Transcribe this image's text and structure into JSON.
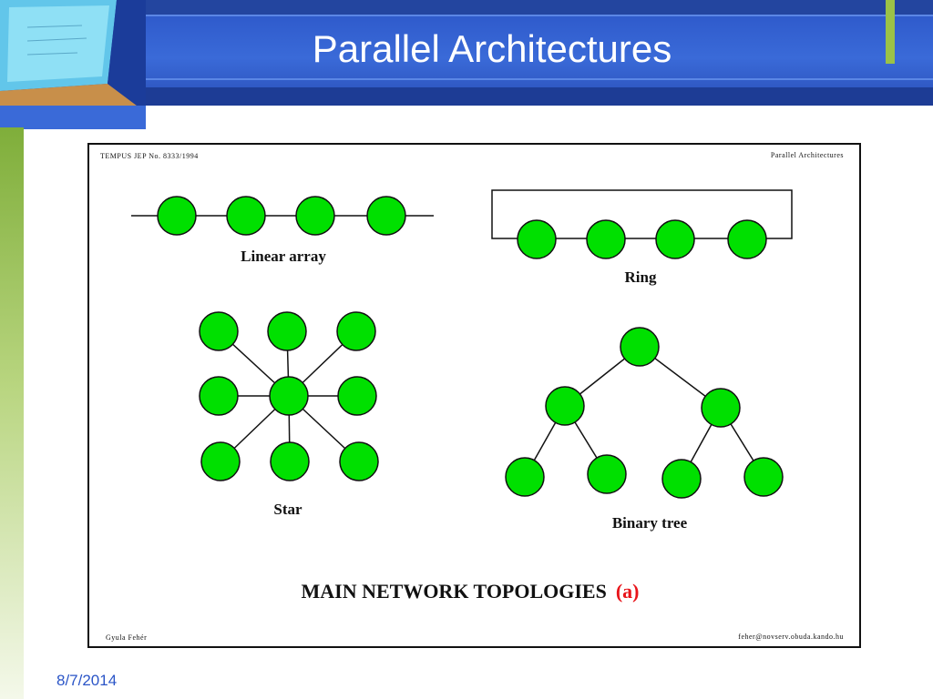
{
  "slide": {
    "title": "Parallel Architectures",
    "date": "8/7/2014"
  },
  "figure": {
    "header_left": "TEMPUS JEP  No. 8333/1994",
    "header_right": "Parallel Architectures",
    "footer_left": "Gyula Fehér",
    "footer_right": "feher@novserv.obuda.kando.hu",
    "caption_main": "MAIN NETWORK  TOPOLOGIES",
    "caption_suffix": "(a)",
    "topologies": {
      "linear": "Linear array",
      "ring": "Ring",
      "star": "Star",
      "tree": "Binary tree"
    },
    "colors": {
      "node_fill": "#00e000",
      "caption_accent": "#e8151b",
      "title_bar": "#2b55c7",
      "sidebar_accent": "#9bc247"
    }
  }
}
